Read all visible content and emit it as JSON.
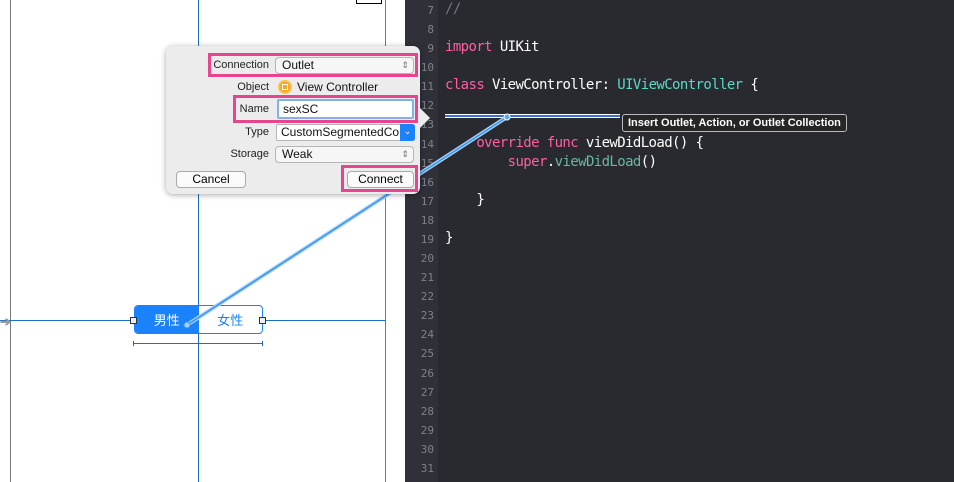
{
  "storyboard": {
    "segments": [
      "男性",
      "女性"
    ],
    "selected_segment": 0
  },
  "popover": {
    "connection_label": "Connection",
    "connection_value": "Outlet",
    "object_label": "Object",
    "object_value": "View Controller",
    "name_label": "Name",
    "name_value": "sexSC",
    "type_label": "Type",
    "type_value": "CustomSegmentedCo",
    "storage_label": "Storage",
    "storage_value": "Weak",
    "cancel": "Cancel",
    "connect": "Connect"
  },
  "tooltip": "Insert Outlet, Action, or Outlet Collection",
  "editor": {
    "first_line": 7,
    "last_line": 31,
    "lines": {
      "7": [
        [
          "//",
          "#6c7986"
        ]
      ],
      "9": [
        [
          "import",
          "#fc5fa3"
        ],
        [
          " UIKit",
          "#ffffff"
        ]
      ],
      "11": [
        [
          "class",
          "#fc5fa3"
        ],
        [
          " ViewController: ",
          "#ffffff"
        ],
        [
          "UIViewController",
          "#5dd8c3"
        ],
        [
          " {",
          "#ffffff"
        ]
      ],
      "14": [
        [
          "    override func",
          "#fc5fa3"
        ],
        [
          " viewDidLoad() {",
          "#ffffff"
        ]
      ],
      "15": [
        [
          "        super",
          "#fc5fa3"
        ],
        [
          ".",
          "#ffffff"
        ],
        [
          "viewDidLoad",
          "#67b7a4"
        ],
        [
          "()",
          "#ffffff"
        ]
      ],
      "17": [
        [
          "    }",
          "#ffffff"
        ]
      ],
      "19": [
        [
          "}",
          "#ffffff"
        ]
      ]
    }
  },
  "colors": {
    "accent": "#1a82fb",
    "highlight": "#e8468c",
    "connection_line": "#5aa9f0"
  }
}
